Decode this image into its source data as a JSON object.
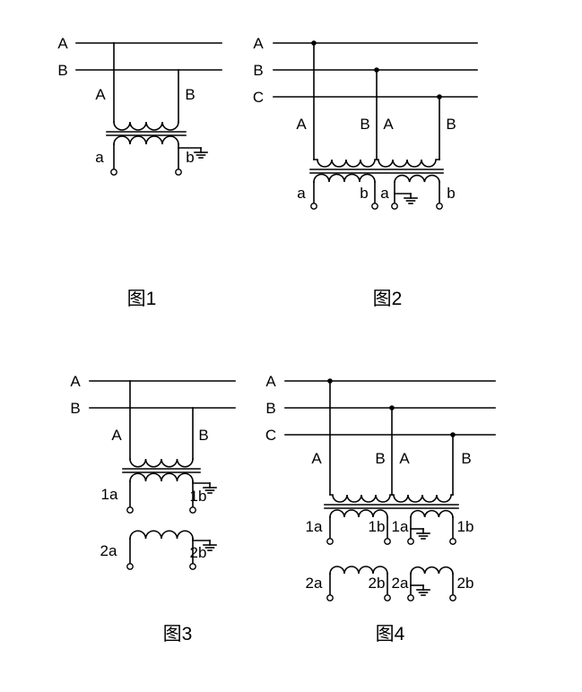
{
  "colors": {
    "line": "#000000",
    "background": "#ffffff"
  },
  "icons": {
    "ground_symbol": "earth-ground",
    "junction": "connection-dot",
    "terminal": "open-terminal-circle"
  },
  "fig1": {
    "caption": "图1",
    "bus": [
      "A",
      "B"
    ],
    "primary": [
      "A",
      "B"
    ],
    "secondary": [
      "a",
      "b"
    ]
  },
  "fig2": {
    "caption": "图2",
    "bus": [
      "A",
      "B",
      "C"
    ],
    "primary": [
      "A",
      "B",
      "A",
      "B"
    ],
    "secondary": [
      "a",
      "b",
      "a",
      "b"
    ]
  },
  "fig3": {
    "caption": "图3",
    "bus": [
      "A",
      "B"
    ],
    "primary": [
      "A",
      "B"
    ],
    "secondary1": [
      "1a",
      "1b"
    ],
    "secondary2": [
      "2a",
      "2b"
    ]
  },
  "fig4": {
    "caption": "图4",
    "bus": [
      "A",
      "B",
      "C"
    ],
    "primary": [
      "A",
      "B",
      "A",
      "B"
    ],
    "secondary1": [
      "1a",
      "1b",
      "1a",
      "1b"
    ],
    "secondary2": [
      "2a",
      "2b",
      "2a",
      "2b"
    ]
  }
}
